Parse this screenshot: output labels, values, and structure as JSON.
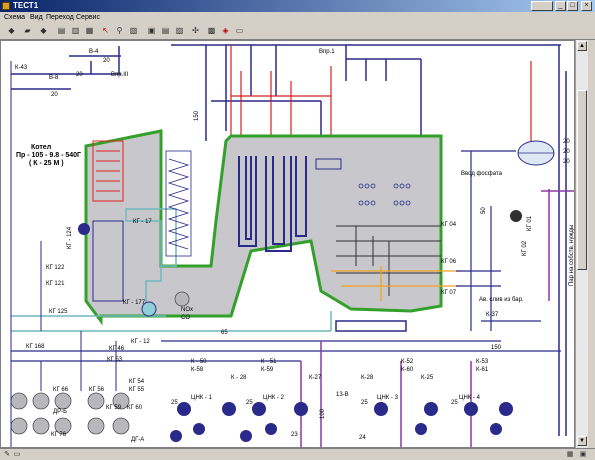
{
  "window": {
    "title": "ТЕСТ1",
    "min_label": "_",
    "max_label": "□",
    "close_label": "×"
  },
  "menu": [
    {
      "label": "Схема"
    },
    {
      "label": "Вид"
    },
    {
      "label": "Переход"
    },
    {
      "label": "Сервис"
    }
  ],
  "toolbar_icons": [
    "back-icon",
    "open-folder-icon",
    "forward-icon",
    "page-icon",
    "print-preview-icon",
    "print-icon",
    "pointer-icon",
    "zoom-icon",
    "grid-icon",
    "window-icon",
    "layout-icon",
    "chart-icon",
    "settings-icon",
    "copy-icon",
    "erase-icon",
    "monitor-icon"
  ],
  "boiler": {
    "name_line1": "Котел",
    "name_line2": "Пр - 105 - 9.8 - 540Г",
    "name_line3": "( К - 25 М )"
  },
  "labels": {
    "k43": "К-43",
    "b8": "В-8",
    "b4": "В-4",
    "n20a": "20",
    "n20b": "20",
    "n20c": "20",
    "vpr1": "Впр.1",
    "vpr_iii": "Впр.III",
    "n150": "150",
    "kg124": "КГ - 124",
    "kg17": "КГ - 17",
    "kg122": "КГ 122",
    "kg121": "КГ 121",
    "kg125": "КГ 125",
    "kg177": "КГ - 177",
    "kg12": "КГ - 12",
    "nox": "NOx",
    "co": "CO",
    "n65": "65",
    "kg168": "КГ 168",
    "kg46": "КГ 46",
    "kg53": "КГ 53",
    "kg54": "КГ 54",
    "kg55": "КГ 55",
    "kg56": "КГ 56",
    "kg59": "КГ 59",
    "kg60": "КГ 60",
    "kg66": "КГ 66",
    "kg76": "КГ 76",
    "dr6": "ДР-Б",
    "dga": "ДГ-А",
    "k50": "К - 50",
    "k58": "К-58",
    "k28a": "К - 28",
    "k51": "К - 51",
    "k59": "К-59",
    "k27": "К-27",
    "k28b": "К-28",
    "k52": "К-52",
    "k60": "К-60",
    "k25": "К-25",
    "k53": "К-53",
    "k61": "К-61",
    "n150b": "150",
    "n25a": "25",
    "n25b": "25",
    "n25c": "25",
    "n25d": "25",
    "cnk1": "ЦНК - 1",
    "cnk2": "ЦНК - 2",
    "cnk3": "ЦНК - 3",
    "cnk4": "ЦНК - 4",
    "n23": "23",
    "n24": "24",
    "kg04": "КГ 04",
    "kg06": "КГ 06",
    "kg07": "КГ 07",
    "n50": "50",
    "kg01": "КГ 01",
    "kg02": "КГ 02",
    "k37": "К-37",
    "feed_phosph": "Ввод фосфата",
    "from_dear": "Ав. слив из бар.",
    "n20d": "20",
    "n20e": "20",
    "n20f": "20",
    "side_text": "Пар на собств. нужды",
    "n100": "100",
    "n13": "13-В"
  },
  "colors": {
    "gas_path": "#33a02c",
    "water": "#2a2a8a",
    "steam": "#d02020",
    "flue": "#6fb8c0",
    "purple": "#8a3aa0",
    "orange": "#f0a020",
    "fill_grey": "#c8c8cc"
  }
}
